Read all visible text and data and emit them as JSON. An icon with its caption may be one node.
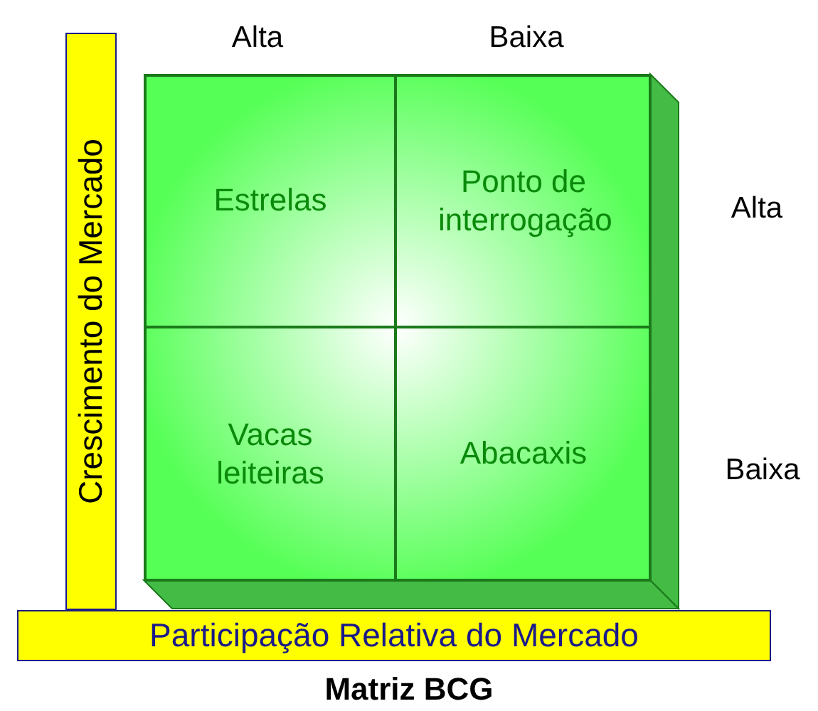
{
  "diagram": {
    "title": "Matriz BCG",
    "nodes": [
      {
        "text": [],
        "shape": "box"
      },
      {
        "text": [
          "Estrelas"
        ],
        "in": 0
      },
      {
        "text": [
          "Ponto de interrogação"
        ],
        "in": 0
      },
      {
        "text": [
          "Vacas leiteiras"
        ],
        "in": 0
      },
      {
        "text": [
          "Abacaxis"
        ],
        "in": 0
      },
      {
        "text": [
          "Crescimento do Mercado"
        ]
      },
      {
        "text": [
          "Participação Relativa do Mercado"
        ]
      }
    ],
    "labels": [
      "Alta",
      "Baixa",
      "Alta",
      "Baixa"
    ]
  }
}
